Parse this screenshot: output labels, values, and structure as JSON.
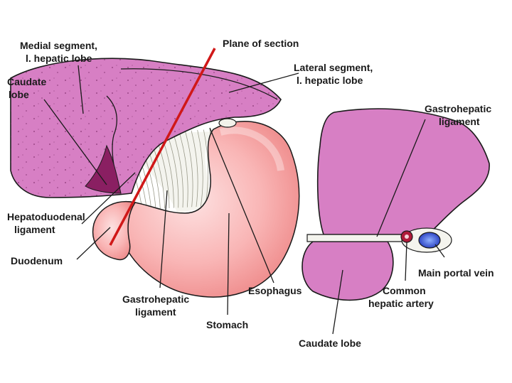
{
  "labels": {
    "plane_of_section": "Plane of section",
    "medial_segment_1": "Medial segment,",
    "medial_segment_2": "l. hepatic lobe",
    "lateral_segment_1": "Lateral segment,",
    "lateral_segment_2": "l. hepatic lobe",
    "caudate_lobe_left_1": "Caudate",
    "caudate_lobe_left_2": "lobe",
    "hepatoduodenal_1": "Hepatoduodenal",
    "hepatoduodenal_2": "ligament",
    "duodenum": "Duodenum",
    "gastrohepatic_left_1": "Gastrohepatic",
    "gastrohepatic_left_2": "ligament",
    "stomach": "Stomach",
    "esophagus": "Esophagus",
    "gastrohepatic_right_1": "Gastrohepatic",
    "gastrohepatic_right_2": "ligament",
    "main_portal_vein": "Main portal vein",
    "common_hepatic_artery_1": "Common",
    "common_hepatic_artery_2": "hepatic artery",
    "caudate_lobe_right": "Caudate lobe"
  },
  "colors": {
    "liver": "#d77fc4",
    "liver_dark": "#8a1f62",
    "liver_outline": "#1a1a1a",
    "stomach": "#f7a7a7",
    "stomach_light": "#fcd3d3",
    "plane_line": "#d01818",
    "ligament": "#f4f4ee",
    "vein": "#1f3fd0",
    "artery": "#b01a3a"
  }
}
